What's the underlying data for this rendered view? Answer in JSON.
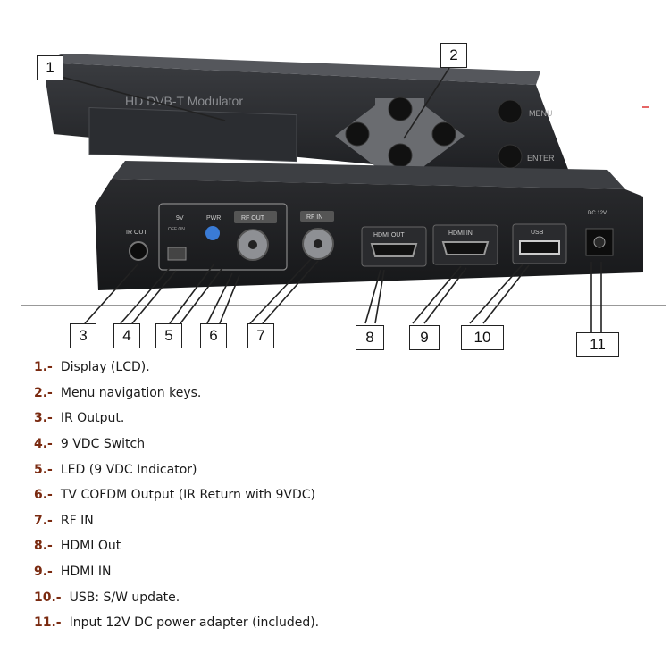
{
  "device": {
    "front_title": "HD DVB-T Modulator",
    "menu_label": "MENU",
    "enter_label": "ENTER",
    "rear": {
      "ir_out": "IR OUT",
      "v9": "9V",
      "off_on": "OFF  ON",
      "pwr": "PWR",
      "rf_out": "RF OUT",
      "rf_in": "RF IN",
      "hdmi_out": "HDMI OUT",
      "hdmi_in": "HDMI IN",
      "usb": "USB",
      "dc12v": "DC 12V"
    }
  },
  "callouts": [
    "1",
    "2",
    "3",
    "4",
    "5",
    "6",
    "7",
    "8",
    "9",
    "10",
    "11"
  ],
  "legend": [
    {
      "num": "1.-",
      "text": "Display (LCD)."
    },
    {
      "num": "2.-",
      "text": "Menu navigation keys."
    },
    {
      "num": "3.-",
      "text": "IR Output."
    },
    {
      "num": "4.-",
      "text": "9 VDC Switch"
    },
    {
      "num": "5.-",
      "text": "LED (9 VDC Indicator)"
    },
    {
      "num": "6.-",
      "text": "TV COFDM Output (IR Return with 9VDC)"
    },
    {
      "num": "7.-",
      "text": "RF IN"
    },
    {
      "num": "8.-",
      "text": "HDMI Out"
    },
    {
      "num": "9.-",
      "text": "HDMI IN"
    },
    {
      "num": "10.-",
      "text": "USB: S/W update."
    },
    {
      "num": "11.-",
      "text": "Input 12V DC power adapter (included)."
    }
  ]
}
